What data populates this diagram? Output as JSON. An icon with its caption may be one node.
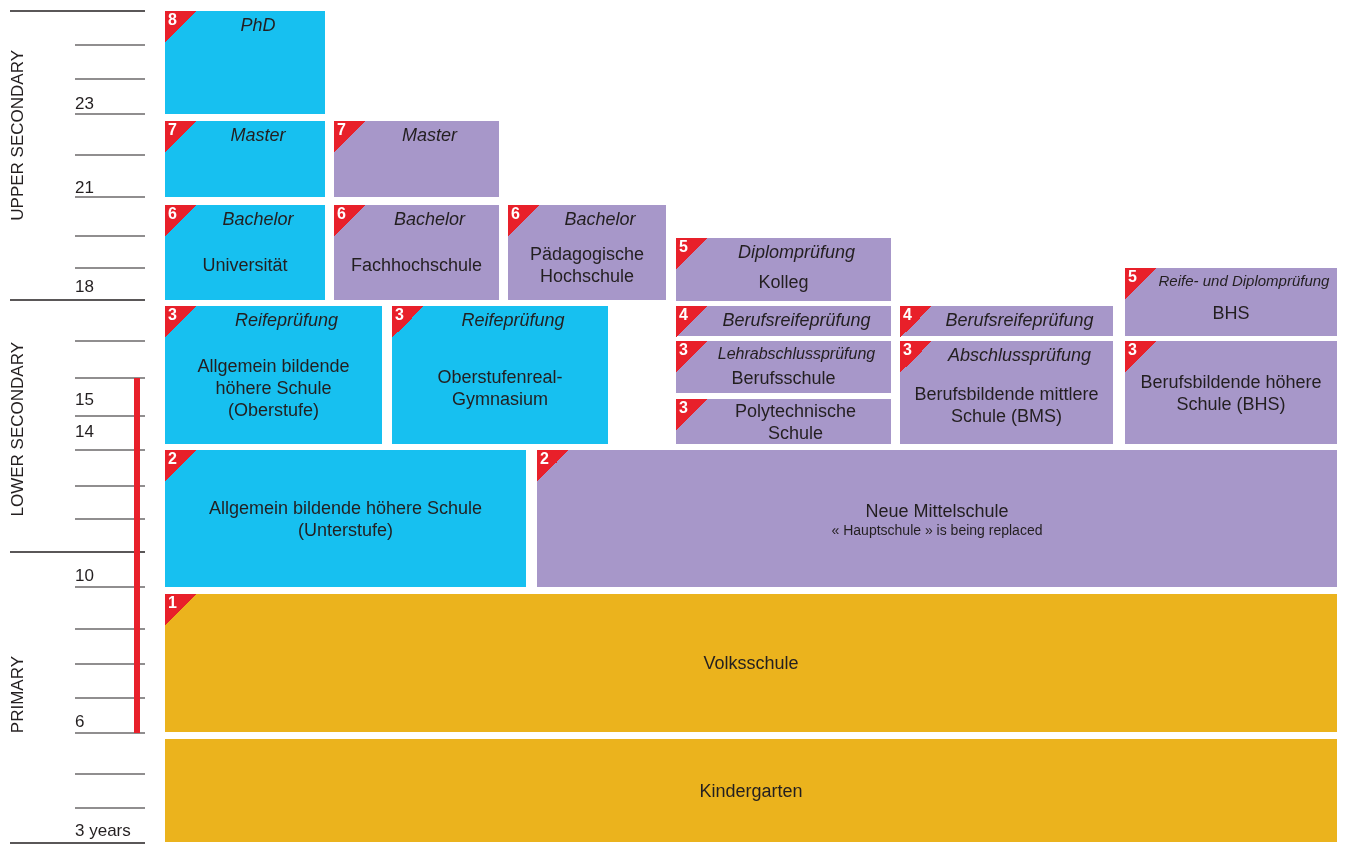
{
  "diagram": {
    "nodes": [
      {
        "text": [
          "8",
          "PhD"
        ]
      },
      {
        "text": [
          "7",
          "Master"
        ]
      },
      {
        "text": [
          "7",
          "Master"
        ]
      },
      {
        "text": [
          "6",
          "Bachelor",
          "Universität"
        ]
      },
      {
        "text": [
          "6",
          "Bachelor",
          "Fachhochschule"
        ]
      },
      {
        "text": [
          "6",
          "Bachelor",
          "Pädagogische Hochschule"
        ]
      },
      {
        "text": [
          "5",
          "Diplomprüfung",
          "Kolleg"
        ]
      },
      {
        "text": [
          "5",
          "Reife- und Diplomprüfung",
          "BHS"
        ]
      },
      {
        "text": [
          "3",
          "Reifeprüfung",
          "Allgemein bildende höhere Schule (Oberstufe)"
        ]
      },
      {
        "text": [
          "3",
          "Reifeprüfung",
          "Oberstufenreal-Gymnasium"
        ]
      },
      {
        "text": [
          "4",
          "Berufsreifeprüfung"
        ]
      },
      {
        "text": [
          "4",
          "Berufsreifeprüfung"
        ]
      },
      {
        "text": [
          "3",
          "Lehrabschlussprüfung",
          "Berufsschule"
        ]
      },
      {
        "text": [
          "3",
          "Abschlussprüfung",
          "Berufsbildende mittlere Schule (BMS)"
        ]
      },
      {
        "text": [
          "3",
          "Berufsbildende höhere Schule (BHS)"
        ]
      },
      {
        "text": [
          "3",
          "Polytechnische Schule"
        ]
      },
      {
        "text": [
          "2",
          "Allgemein bildende höhere Schule (Unterstufe)"
        ]
      },
      {
        "text": [
          "2",
          "Neue Mittelschule",
          "« Hauptschule » is being replaced"
        ]
      },
      {
        "text": [
          "1",
          "Volksschule"
        ]
      },
      {
        "text": [
          "Kindergarten"
        ]
      }
    ],
    "labels": [
      "UPPER SECONDARY",
      "23",
      "21",
      "18",
      "LOWER SECONDARY",
      "15",
      "14",
      "10",
      "PRIMARY",
      "6",
      "3 years"
    ]
  }
}
